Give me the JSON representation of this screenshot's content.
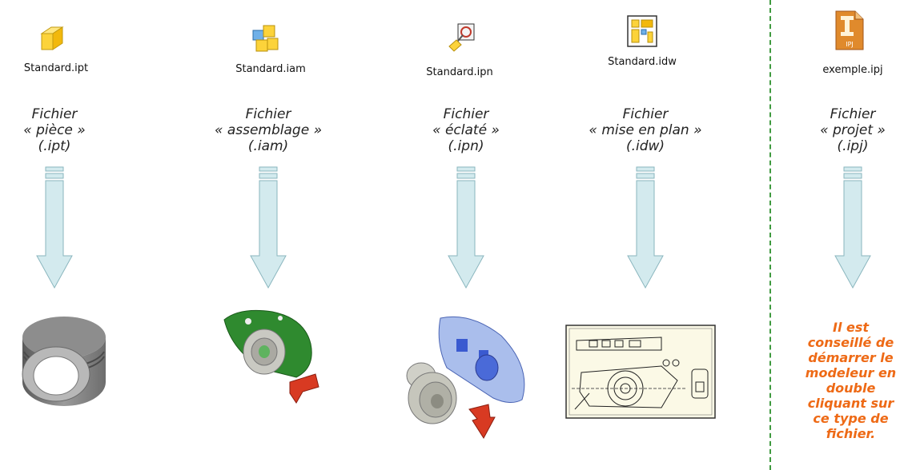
{
  "files": [
    {
      "name": "Standard.ipt",
      "lines": [
        "Fichier",
        "« pièce »",
        "(.ipt)"
      ],
      "icon": "part-cube-icon"
    },
    {
      "name": "Standard.iam",
      "lines": [
        "Fichier",
        "« assemblage »",
        "(.iam)"
      ],
      "icon": "assembly-icon"
    },
    {
      "name": "Standard.ipn",
      "lines": [
        "Fichier",
        "« éclaté »",
        "(.ipn)"
      ],
      "icon": "presentation-icon"
    },
    {
      "name": "Standard.idw",
      "lines": [
        "Fichier",
        "« mise en plan »",
        "(.idw)"
      ],
      "icon": "drawing-icon"
    },
    {
      "name": "exemple.ipj",
      "lines": [
        "Fichier",
        "« projet »",
        "(.ipj)"
      ],
      "icon": "project-file-icon",
      "icon_label": "IPJ"
    }
  ],
  "advice_lines": [
    "Il est",
    "conseillé de",
    "démarrer le",
    "modeleur en",
    "double",
    "cliquant sur",
    "ce type de",
    "fichier."
  ],
  "colors": {
    "arrow_fill": "#d3eaee",
    "arrow_stroke": "#8ab6be",
    "divider": "#3f9a3f",
    "advice_text": "#ee6a16"
  }
}
